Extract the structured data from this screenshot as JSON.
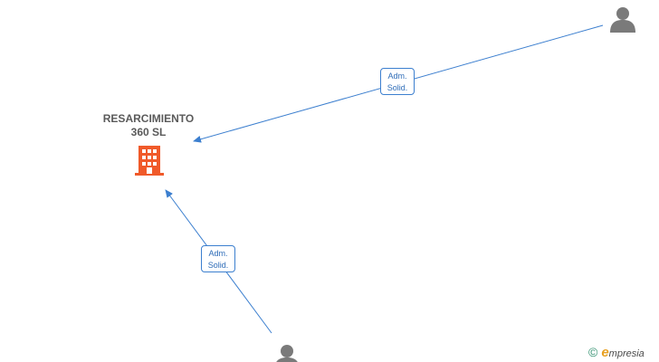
{
  "company": {
    "name_line1": "RESARCIMIENTO",
    "name_line2": "360  SL",
    "icon": "building-icon",
    "color": "#f05a2a"
  },
  "people": [
    {
      "icon": "person-icon"
    },
    {
      "icon": "person-icon"
    }
  ],
  "edges": [
    {
      "label_line1": "Adm.",
      "label_line2": "Solid."
    },
    {
      "label_line1": "Adm.",
      "label_line2": "Solid."
    }
  ],
  "colors": {
    "edge": "#3c7fcf",
    "person": "#7a7a7a"
  },
  "brand": {
    "copyright_symbol": "©",
    "initial": "e",
    "rest": "mpresia"
  }
}
